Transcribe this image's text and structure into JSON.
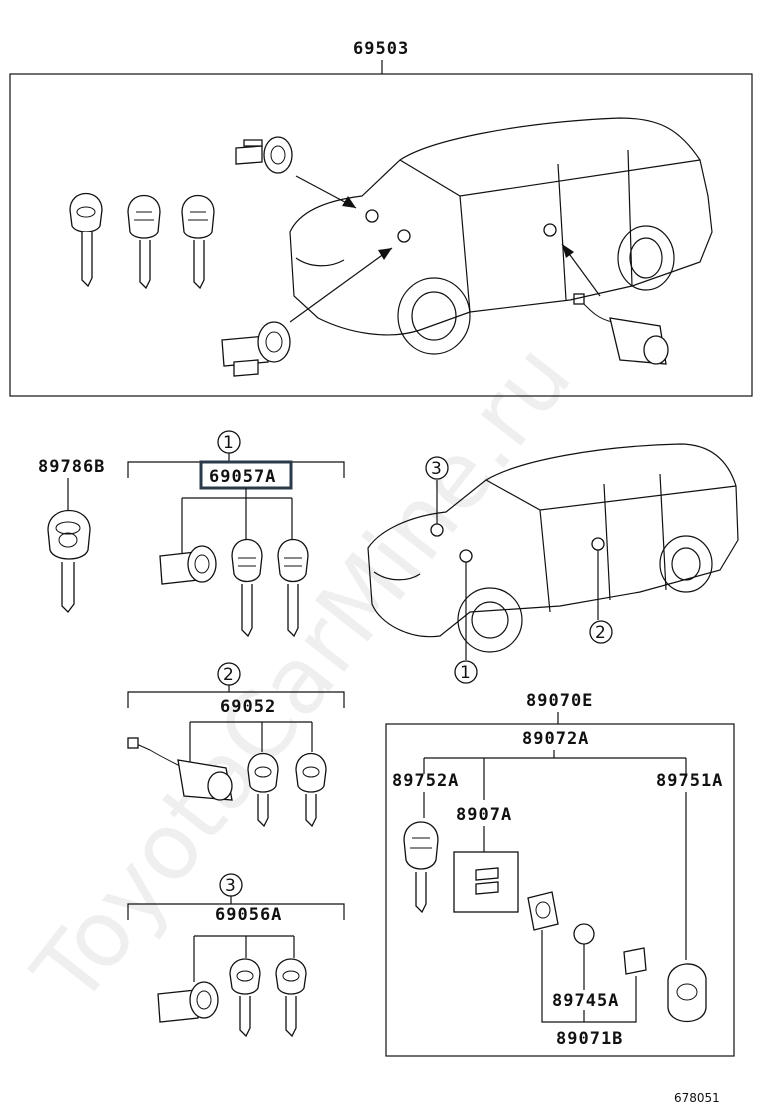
{
  "top_assembly": {
    "part_no": "69503"
  },
  "set1": {
    "circle": "1",
    "part_no": "69057A"
  },
  "set2": {
    "circle": "2",
    "part_no": "69052"
  },
  "set3": {
    "circle": "3",
    "part_no": "69056A"
  },
  "key_left": {
    "part_no": "89786B"
  },
  "car_callouts": {
    "c1": "1",
    "c2": "2",
    "c3": "3"
  },
  "kit": {
    "outer_part_no": "89070E",
    "inner_part_no": "89072A",
    "left_key": "89752A",
    "chip": "8907A",
    "right_fob": "89751A",
    "battery": "89745A",
    "bottom": "89071B"
  },
  "watermark": "ToyotaCarMine.ru",
  "figure_id": "678051",
  "colors": {
    "highlight_box": "#2a3a4a",
    "line": "#111111"
  }
}
